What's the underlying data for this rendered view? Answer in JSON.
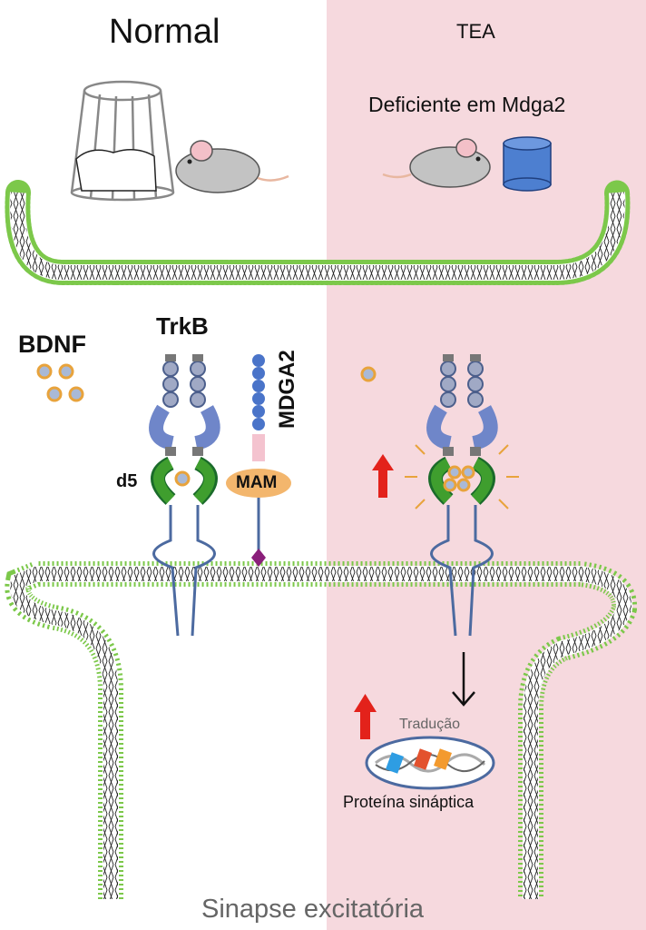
{
  "labels": {
    "normal": "Normal",
    "tea": "TEA",
    "deficient": "Deficiente em Mdga2",
    "bdnf": "BDNF",
    "trkb": "TrkB",
    "mdga2": "MDGA2",
    "d5": "d5",
    "mam": "MAM",
    "traducao": "Tradução",
    "proteina": "Proteína sináptica",
    "sinapse": "Sinapse excitatória"
  },
  "colors": {
    "tea_panel": "#f6d9de",
    "membrane_green": "#7cc84a",
    "receptor_blue": "#6f86c9",
    "bdnf_orange": "#e8a33c",
    "up_arrow_red": "#e3221b",
    "mam_orange": "#f3b66d",
    "mdga2_blue": "#4a74c9",
    "diamond_purple": "#8a1f7a"
  },
  "icons": [
    "cage-icon",
    "mouse-icon",
    "cylinder-icon",
    "up-arrow-icon",
    "down-arrow-icon"
  ]
}
